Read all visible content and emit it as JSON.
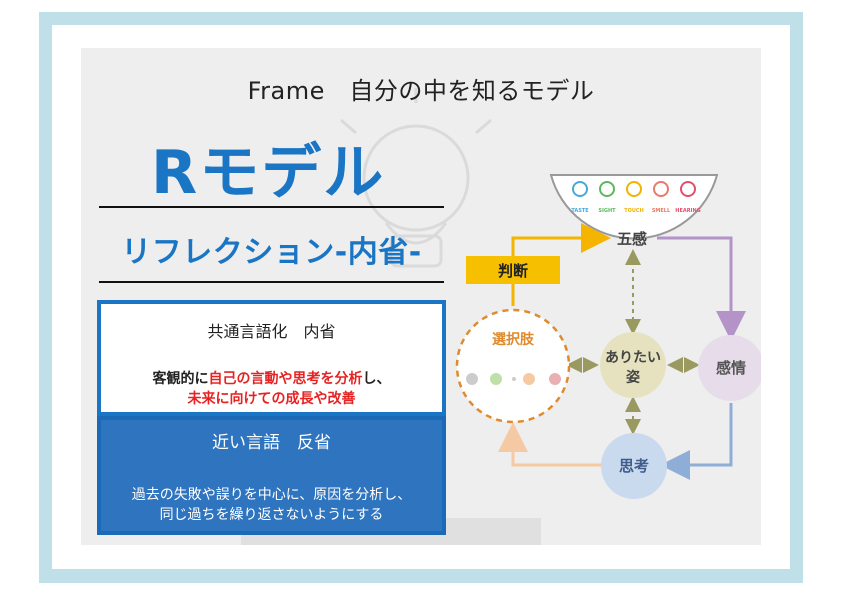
{
  "header": {
    "title": "Frame　自分の中を知るモデル"
  },
  "main": {
    "big_title": "Rモデル",
    "subtitle": "リフレクション-内省-"
  },
  "box_inner": {
    "heading": "共通言語化　内省",
    "line1_prefix": "客観的に",
    "line1_highlight": "自己の言動や思考を分析",
    "line1_suffix": "し、",
    "line2": "未来に向けての成長や改善"
  },
  "box_outer": {
    "heading": "近い言語　反省",
    "line1": "過去の失敗や誤りを中心に、原因を分析し、",
    "line2": "同じ過ちを繰り返さないようにする"
  },
  "diagram": {
    "senses": [
      "TASTE",
      "SIGHT",
      "TOUCH",
      "SMELL",
      "HEARING"
    ],
    "sense_colors": [
      "#4aa8d8",
      "#5cb85c",
      "#f0b400",
      "#e87a6a",
      "#e0506a"
    ],
    "nodes": {
      "gokan": "五感",
      "kanjo": "感情",
      "shiko": "思考",
      "arisugata_line1": "ありたい",
      "arisugata_line2": "姿",
      "sentakushi": "選択肢",
      "handan": "判断"
    },
    "choice_dot_colors": [
      "#cccccc",
      "#bfe0a8",
      "#cccccc",
      "#f6c9a3",
      "#e8b0b0"
    ],
    "colors": {
      "accent_blue": "#1a75c4",
      "arrow_yellow": "#f4b400",
      "arrow_purple": "#b393c8",
      "arrow_blue": "#8eaed8",
      "arrow_peach": "#f5c9a4",
      "dashed_green": "#9a9a60",
      "dashed_orange": "#e08a2e",
      "red_text": "#e62222"
    }
  }
}
